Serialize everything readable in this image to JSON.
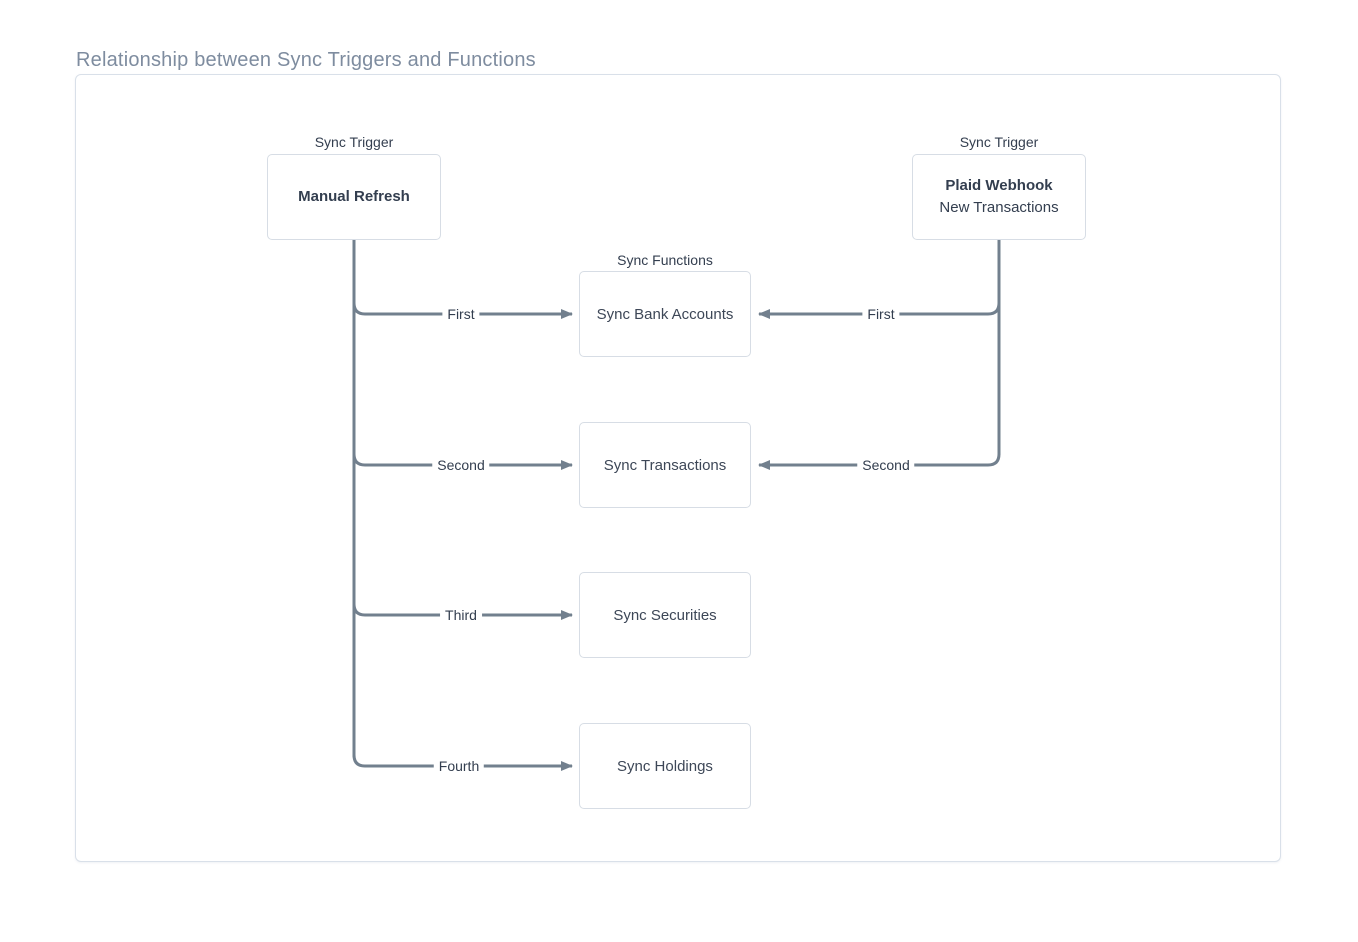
{
  "title": "Relationship between Sync Triggers and Functions",
  "colors": {
    "line": "#72808e",
    "box_border": "#d7dde5",
    "panel_border": "#d9e0e9",
    "node_text": "#333e4f",
    "title_text": "#7e8c9f"
  },
  "triggers": {
    "caption_left": "Sync Trigger",
    "caption_right": "Sync Trigger",
    "manual": {
      "name": "Manual Refresh"
    },
    "webhook": {
      "name": "Plaid Webhook",
      "subtitle": "New Transactions"
    }
  },
  "functions_caption": "Sync Functions",
  "functions": [
    {
      "label": "Sync Bank Accounts"
    },
    {
      "label": "Sync Transactions"
    },
    {
      "label": "Sync Securities"
    },
    {
      "label": "Sync Holdings"
    }
  ],
  "edges": {
    "manual_to_functions": [
      {
        "order": "First"
      },
      {
        "order": "Second"
      },
      {
        "order": "Third"
      },
      {
        "order": "Fourth"
      }
    ],
    "webhook_to_functions": [
      {
        "order": "First"
      },
      {
        "order": "Second"
      }
    ]
  }
}
